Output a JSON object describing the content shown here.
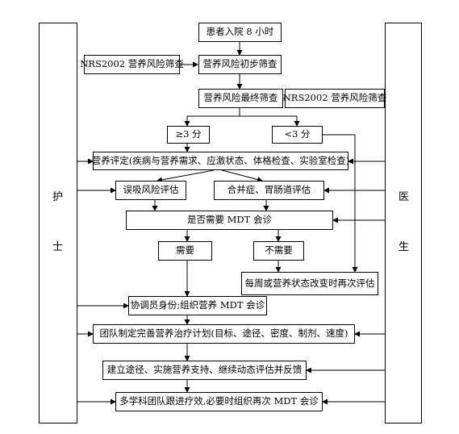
{
  "nodes": {
    "admission": "患者入院 8 小时",
    "nrs_left": "NRS2002 营养风险筛查",
    "initial_screening": "营养风险初步筛查",
    "final_screening": "营养风险最终筛查",
    "nrs_right": "NRS2002 营养风险筛查",
    "score_high": "≥3 分",
    "score_low": "<3 分",
    "nutrition_assessment": "营养评定(疾病与营养需求、应激状态、体格检查、实验室检查)",
    "aspiration_risk": "误吸风险评估",
    "complication_gi": "合并症、胃肠道评估",
    "mdt_question": "是否需要 MDT 会诊",
    "needed": "需要",
    "not_needed": "不需要",
    "weekly_reassess": "每周或营养状态改变时再次评估",
    "coordinator": "协调员身份;组织营养 MDT 会诊",
    "team_plan": "团队制定完善营养治疗计划(目标、途径、密度、制剂、速度)",
    "implement": "建立途径、实施营养支持、继续动态评估并反馈",
    "followup": "多学科团队跟进疗效,必要时组织再次 MDT 会诊"
  },
  "sides": {
    "nurse": [
      "护",
      "士"
    ],
    "doctor": [
      "医",
      "生"
    ]
  }
}
